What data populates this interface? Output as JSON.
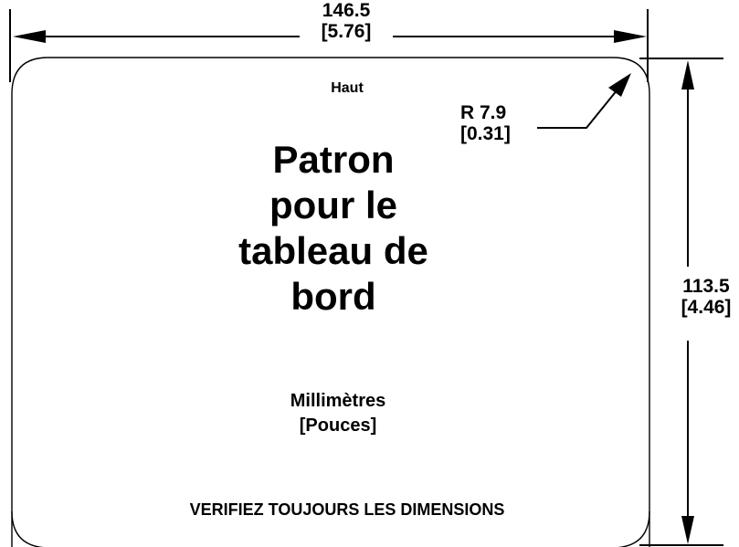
{
  "template": {
    "top_label": "Haut",
    "title_lines": [
      "Patron",
      "pour le",
      "tableau de",
      "bord"
    ],
    "units": {
      "primary": "Millimètres",
      "secondary": "[Pouces]"
    },
    "warning": "VERIFIEZ TOUJOURS LES DIMENSIONS"
  },
  "dimensions": {
    "width": {
      "mm": "146.5",
      "in": "[5.76]"
    },
    "height": {
      "mm": "113.5",
      "in": "[4.46]"
    },
    "radius": {
      "mm": "R 7.9",
      "in": "[0.31]"
    }
  },
  "colors": {
    "line": "#000000",
    "background": "#ffffff"
  }
}
